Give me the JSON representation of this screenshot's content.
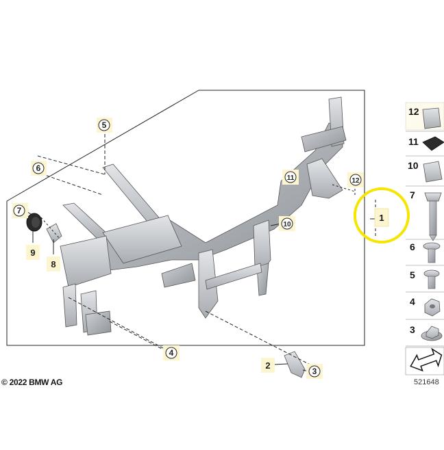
{
  "copyright": "© 2022 BMW AG",
  "diagram_id": "521648",
  "callouts": {
    "c1": "1",
    "c2": "2",
    "c3": "3",
    "c4": "4",
    "c5": "5",
    "c6": "6",
    "c7": "7",
    "c8": "8",
    "c9": "9",
    "c10": "10",
    "c11": "11",
    "c12": "12"
  },
  "parts_column": [
    "12",
    "11",
    "10",
    "7",
    "6",
    "5",
    "4",
    "3"
  ],
  "highlight_color": "#f5e500",
  "label_bg_color": "#fdf5d0"
}
